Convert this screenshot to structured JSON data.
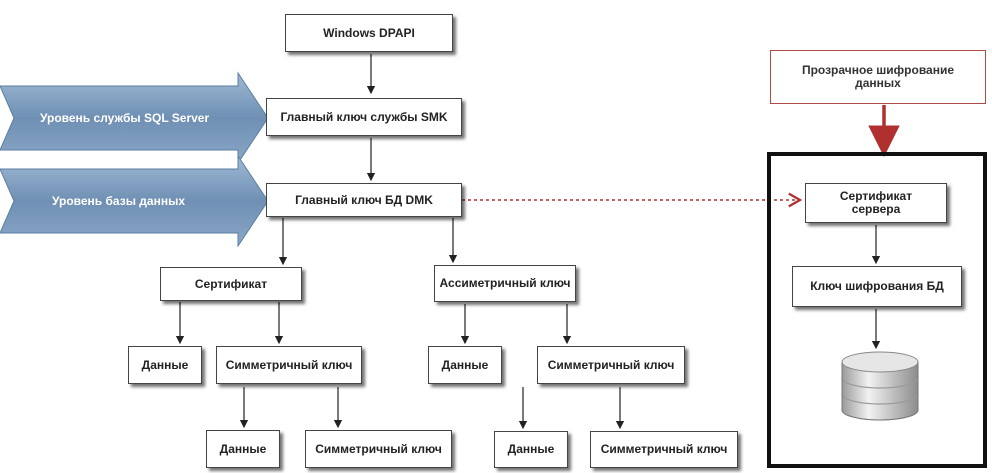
{
  "levels": {
    "service": "Уровень службы SQL Server",
    "database": "Уровень базы данных"
  },
  "nodes": {
    "dpapi": "Windows DPAPI",
    "smk": "Главный ключ службы SMK",
    "dmk": "Главный ключ БД DMK",
    "cert": "Сертификат",
    "asym": "Ассиметричный ключ",
    "data1": "Данные",
    "sym1": "Симметричный ключ",
    "data2": "Данные",
    "sym2": "Симметричный ключ",
    "data3": "Данные",
    "sym3": "Симметричный ключ",
    "data4": "Данные",
    "sym4": "Симметричный ключ",
    "tde": "Прозрачное шифрование данных",
    "server_cert": "Сертификат сервера",
    "dek": "Ключ шифрования БД"
  },
  "icons": {
    "database": "database-icon"
  },
  "colors": {
    "arrow_fill": "#7a9bbd",
    "red_accent": "#b03030",
    "box_border": "#444444",
    "frame": "#111111"
  }
}
